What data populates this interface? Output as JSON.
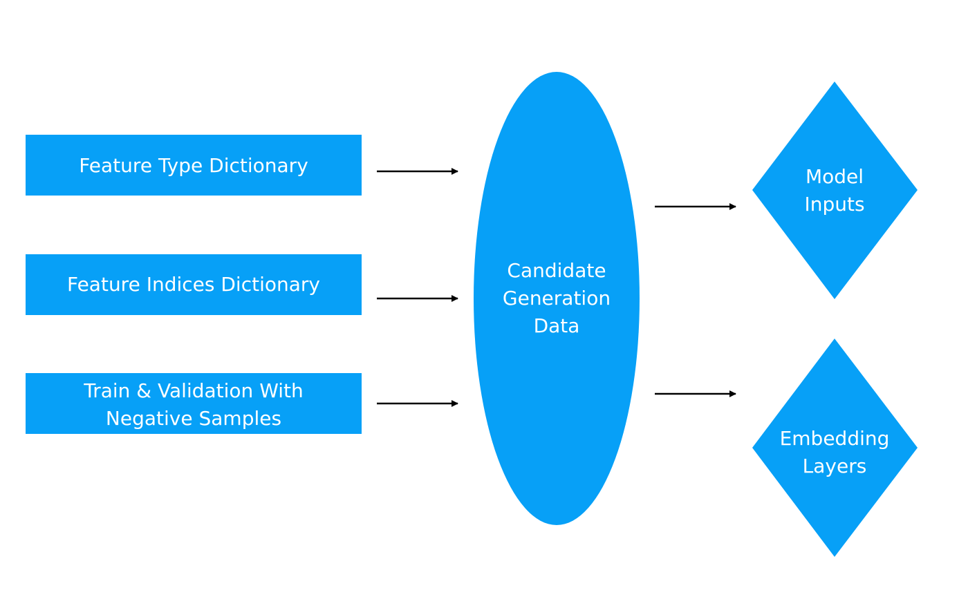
{
  "diagram": {
    "colors": {
      "node_fill": "#07A0F7",
      "arrow": "#000000",
      "label_text": "#ffffff",
      "background": "#ffffff"
    },
    "inputs": [
      {
        "lines": [
          "Feature Type Dictionary"
        ]
      },
      {
        "lines": [
          "Feature Indices Dictionary"
        ]
      },
      {
        "lines": [
          "Train & Validation With",
          "Negative Samples"
        ]
      }
    ],
    "center": {
      "lines": [
        "Candidate",
        "Generation",
        "Data"
      ]
    },
    "outputs": [
      {
        "lines": [
          "Model",
          "Inputs"
        ]
      },
      {
        "lines": [
          "Embedding",
          "Layers"
        ]
      }
    ]
  }
}
